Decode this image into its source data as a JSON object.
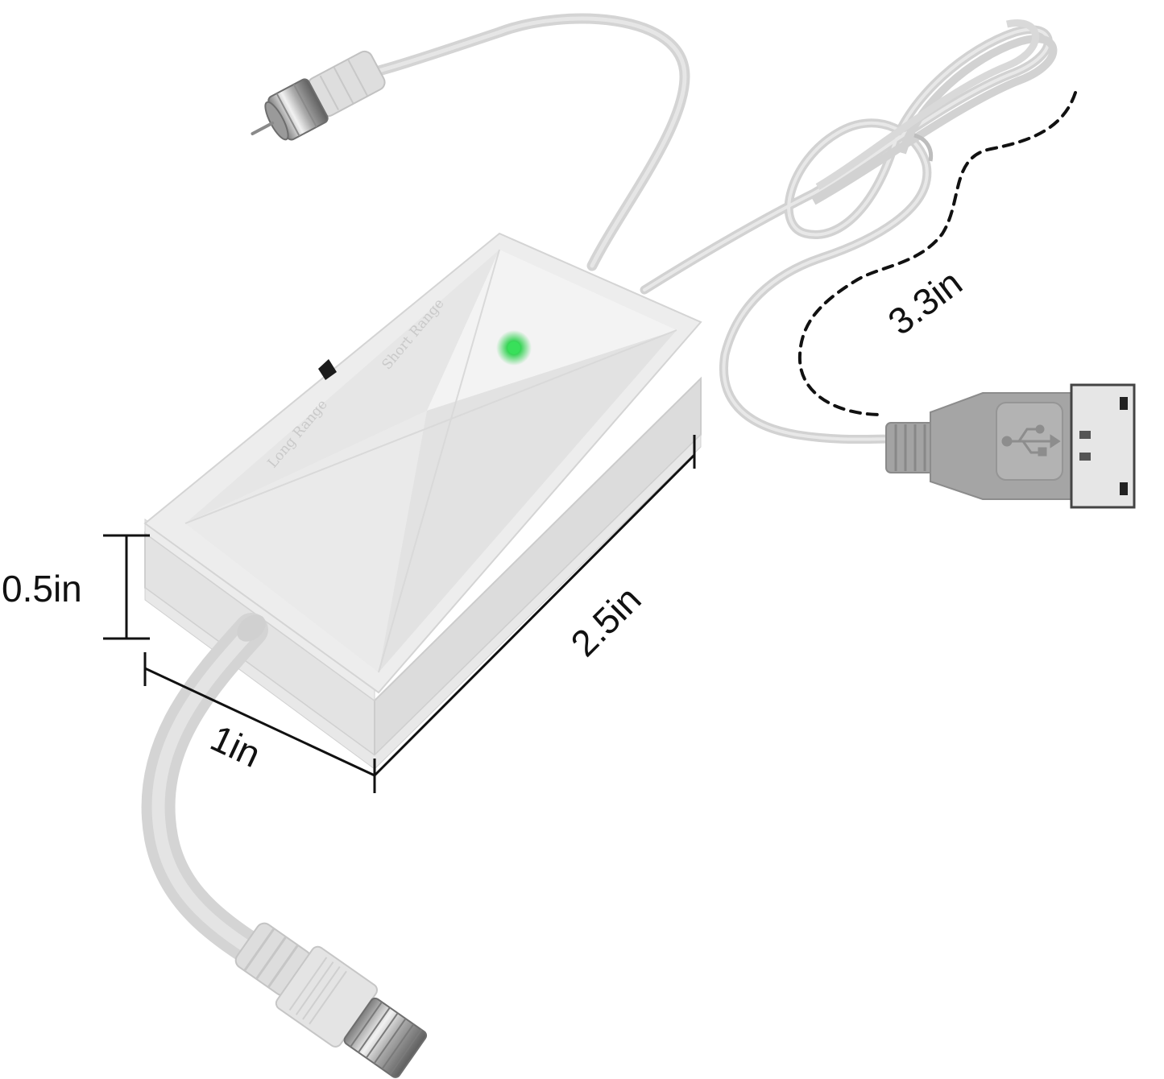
{
  "dimensions": {
    "height": "0.5in",
    "width": "1in",
    "length": "2.5in",
    "cable": "3.3in"
  },
  "switch": {
    "long_range": "Long Range",
    "short_range": "Short Range"
  },
  "colors": {
    "background": "#ffffff",
    "housing": "#e9e9e9",
    "cable": "#d6d6d6",
    "led": "#2fd24f",
    "usb_plug": "#9a9a9a",
    "dimension_line": "#111111"
  }
}
